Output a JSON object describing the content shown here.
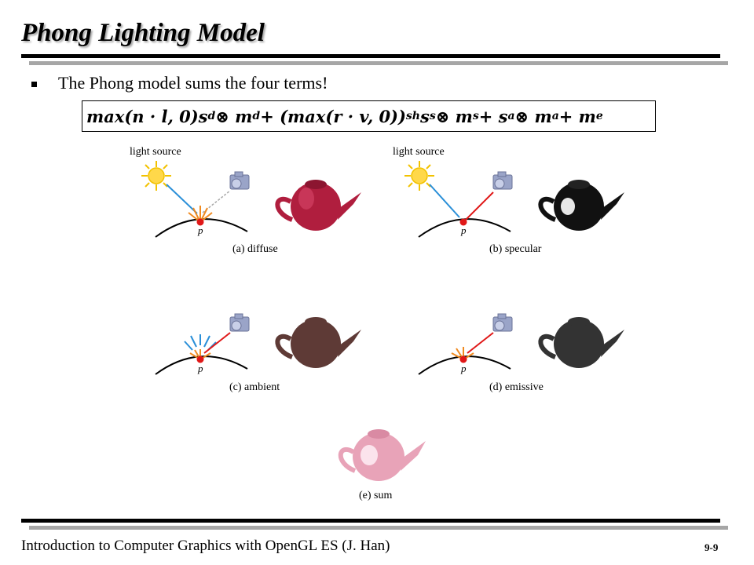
{
  "slide": {
    "title": "Phong Lighting Model",
    "bullet": "The Phong model sums the four terms!",
    "formula": {
      "part1": "max(n · l, 0)s",
      "sub_d": "d",
      "part2": " ⊗ m",
      "sub_d2": "d",
      "part3": " + (max(r · v, 0))",
      "sup_sh": "sh",
      "part4": "s",
      "sub_s": "s",
      "part5": " ⊗ m",
      "sub_s2": "s",
      "part6": " + s",
      "sub_a": "a",
      "part7": " ⊗ m",
      "sub_a2": "a",
      "part8": " + m",
      "sub_e": "e"
    },
    "figures": {
      "diffuse": {
        "light_label": "light source",
        "point_label": "p",
        "caption": "(a) diffuse",
        "teapot_color": "#b01e3e"
      },
      "specular": {
        "light_label": "light source",
        "point_label": "p",
        "caption": "(b) specular",
        "teapot_color": "#111111"
      },
      "ambient": {
        "point_label": "p",
        "caption": "(c) ambient",
        "teapot_color": "#5e3a36"
      },
      "emissive": {
        "point_label": "p",
        "caption": "(d) emissive",
        "teapot_color": "#333333"
      },
      "sum": {
        "caption": "(e) sum",
        "teapot_color": "#e8a3b8"
      }
    },
    "footer": "Introduction to Computer Graphics with OpenGL ES (J. Han)",
    "page_number": "9-9"
  },
  "icons": {
    "sun": "sun-icon",
    "camera": "camera-icon",
    "bullet": "square-bullet-icon"
  },
  "colors": {
    "light_ray": "#2a8fd8",
    "reflect_ray": "#e01818",
    "point": "#e01818",
    "burst": "#f08a20",
    "rule_gray": "#a6a6a6"
  }
}
